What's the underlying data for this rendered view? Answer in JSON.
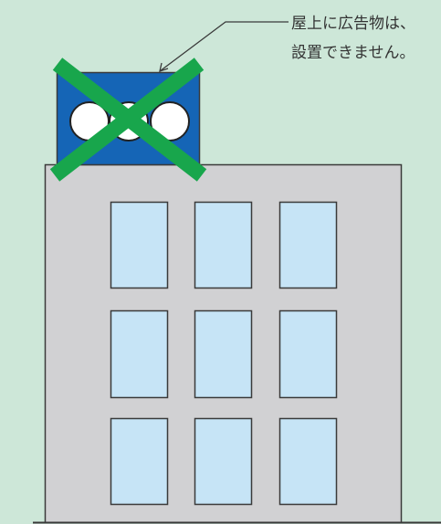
{
  "caption": {
    "line1": "屋上に広告物は、",
    "line2": "設置できません。"
  },
  "colors": {
    "background": "#cde7d8",
    "building_fill": "#d1d1d3",
    "window_fill": "#c6e4f6",
    "sign_fill": "#1565b6",
    "cross": "#18a64c",
    "outline": "#3a3a3a"
  },
  "icons": {
    "prohibition_mark": "cross-icon",
    "pointer": "leader-arrow"
  }
}
